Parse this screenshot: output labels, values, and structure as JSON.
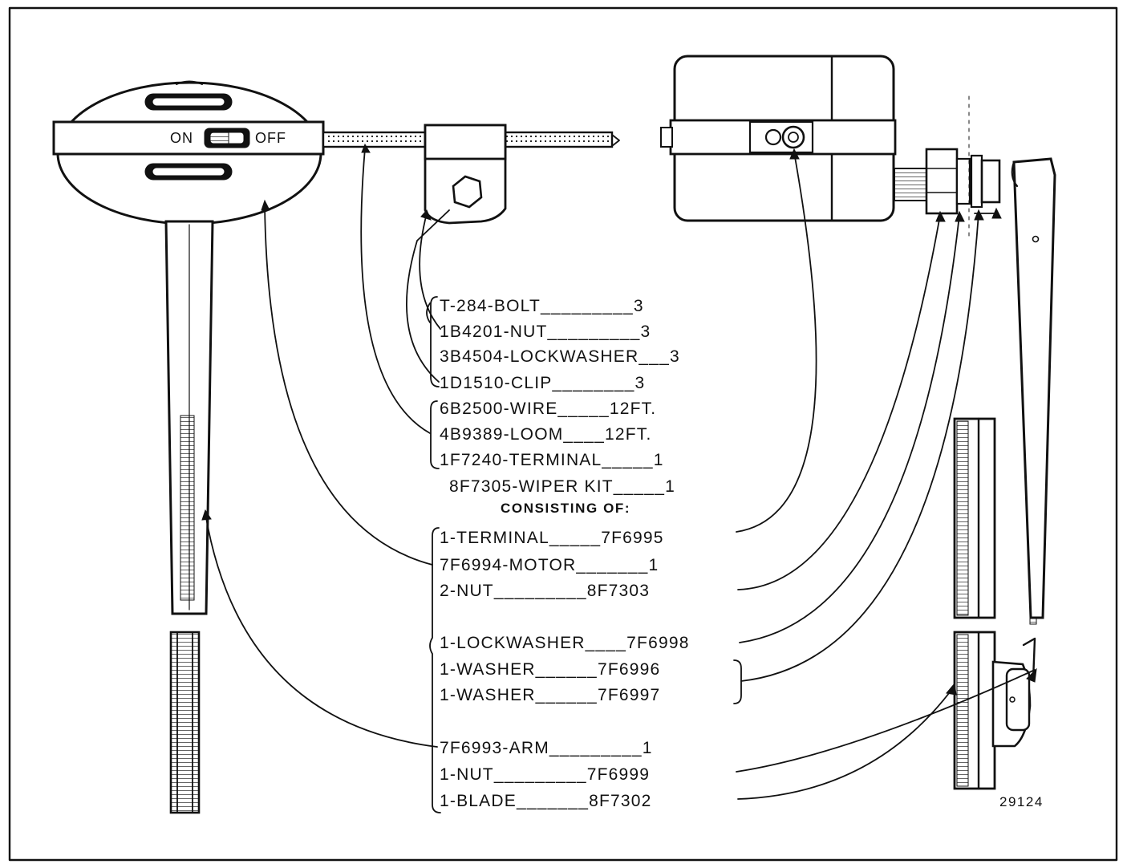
{
  "switch": {
    "on_label": "ON",
    "off_label": "OFF"
  },
  "parts": [
    {
      "line": "T-284-BOLT_________3"
    },
    {
      "line": "1B4201-NUT_________3"
    },
    {
      "line": "3B4504-LOCKWASHER___3"
    },
    {
      "line": "1D1510-CLIP________3"
    },
    {
      "line": "6B2500-WIRE_____12FT."
    },
    {
      "line": "4B9389-LOOM____12FT."
    },
    {
      "line": "1F7240-TERMINAL_____1"
    },
    {
      "line": "8F7305-WIPER KIT_____1"
    },
    {
      "line": "CONSISTING OF:"
    },
    {
      "line": "1-TERMINAL_____7F6995"
    },
    {
      "line": "7F6994-MOTOR_______1"
    },
    {
      "line": "2-NUT_________8F7303"
    },
    {
      "line": "1-LOCKWASHER____7F6998"
    },
    {
      "line": "1-WASHER______7F6996"
    },
    {
      "line": "1-WASHER______7F6997"
    },
    {
      "line": "7F6993-ARM_________1"
    },
    {
      "line": "1-NUT_________7F6999"
    },
    {
      "line": "1-BLADE_______8F7302"
    }
  ],
  "figure_number": "29124"
}
